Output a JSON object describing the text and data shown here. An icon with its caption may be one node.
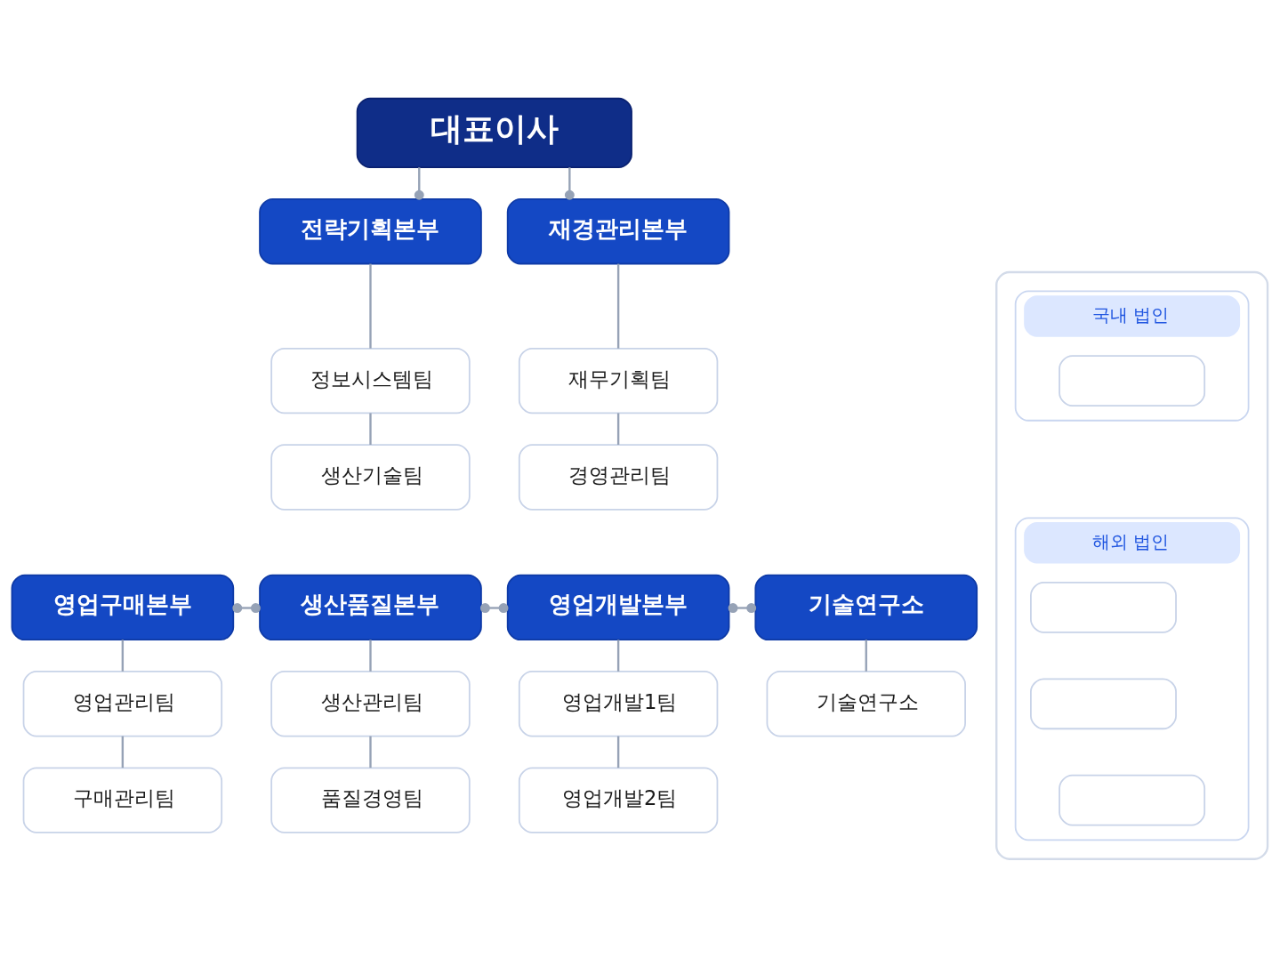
{
  "diagram": {
    "nodes": [
      {
        "text": [
          "대표이사"
        ]
      },
      {
        "text": [
          "전략기획본부"
        ]
      },
      {
        "text": [
          "재경관리본부"
        ]
      },
      {
        "text": [
          "정보시스템팀"
        ]
      },
      {
        "text": [
          "재무기획팀"
        ]
      },
      {
        "text": [
          "생산기술팀"
        ]
      },
      {
        "text": [
          "경영관리팀"
        ]
      },
      {
        "text": [
          "영업구매본부"
        ]
      },
      {
        "text": [
          "생산품질본부"
        ]
      },
      {
        "text": [
          "영업개발본부"
        ]
      },
      {
        "text": [
          "기술연구소"
        ]
      },
      {
        "text": [
          "영업관리팀"
        ]
      },
      {
        "text": [
          "생산관리팀"
        ]
      },
      {
        "text": [
          "영업개발1팀"
        ]
      },
      {
        "text": [
          "기술연구소"
        ]
      },
      {
        "text": [
          "구매관리팀"
        ]
      },
      {
        "text": [
          "품질경영팀"
        ]
      },
      {
        "text": [
          "영업개발2팀"
        ]
      },
      {
        "text": [],
        "shape": "box"
      },
      {
        "text": [
          "국내 법인"
        ],
        "in": 18
      },
      {
        "text": [],
        "shape": "box",
        "in": 19
      },
      {
        "text": [
          "해외 법인"
        ],
        "in": 18
      },
      {
        "text": [],
        "shape": "box",
        "in": 21
      },
      {
        "text": [],
        "shape": "box",
        "in": 21
      },
      {
        "text": [],
        "shape": "box",
        "in": 21
      }
    ],
    "edges": [
      {
        "from": 0,
        "to": 1,
        "arrow": "other"
      },
      {
        "from": 0,
        "to": 2,
        "arrow": "other"
      },
      {
        "from": 1,
        "to": 3,
        "arrow": "none"
      },
      {
        "from": 3,
        "to": 5,
        "arrow": "none"
      },
      {
        "from": 2,
        "to": 4,
        "arrow": "none"
      },
      {
        "from": 4,
        "to": 6,
        "arrow": "none"
      },
      {
        "from": 7,
        "to": 8,
        "arrow": "other"
      },
      {
        "from": 8,
        "to": 9,
        "arrow": "other"
      },
      {
        "from": 9,
        "to": 10,
        "arrow": "other"
      },
      {
        "from": 7,
        "to": 11,
        "arrow": "none"
      },
      {
        "from": 11,
        "to": 15,
        "arrow": "none"
      },
      {
        "from": 8,
        "to": 12,
        "arrow": "none"
      },
      {
        "from": 12,
        "to": 16,
        "arrow": "none"
      },
      {
        "from": 9,
        "to": 13,
        "arrow": "none"
      },
      {
        "from": 13,
        "to": 17,
        "arrow": "none"
      },
      {
        "from": 10,
        "to": 14,
        "arrow": "none"
      }
    ]
  }
}
